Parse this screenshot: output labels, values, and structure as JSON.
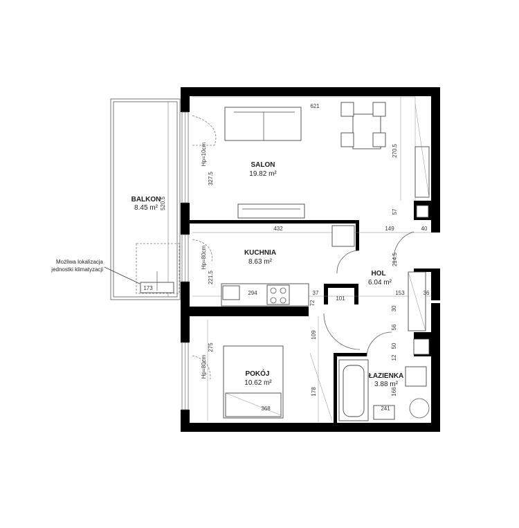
{
  "rooms": {
    "salon": {
      "name": "SALON",
      "area": "19.82 m²"
    },
    "balkon": {
      "name": "BALKON",
      "area": "8.45 m²"
    },
    "kuchnia": {
      "name": "KUCHNIA",
      "area": "8.63 m²"
    },
    "hol": {
      "name": "HOL",
      "area": "6.04 m²"
    },
    "pokoj": {
      "name": "POKÓJ",
      "area": "10.62 m²"
    },
    "lazienka": {
      "name": "ŁAZIENKA",
      "area": "3.88 m²"
    }
  },
  "note": {
    "line1": "Możliwa lokalizacja",
    "line2": "jednostki klimatyzacji"
  },
  "dims": {
    "salon_width": "621",
    "salon_height": "327.5",
    "salon_right_height": "270.5",
    "balkon_length": "520.5",
    "balkon_unit": "173",
    "kitchen_width": "432",
    "kitchen_height": "221.5",
    "kitchen_counter": "294",
    "d149": "149",
    "d40": "40",
    "d57": "57",
    "d214": "214.5",
    "d153": "153",
    "d37": "37",
    "d72": "72",
    "d101": "101",
    "d36": "36",
    "d30": "30",
    "d109": "109",
    "d56": "56",
    "d50": "50",
    "d12": "12",
    "d166": "166",
    "bedroom_height": "275",
    "bedroom_width": "368",
    "d178": "178",
    "d241": "241",
    "window_sill1": "Hp=10cm",
    "window_sill2": "Hp=80cm",
    "window_sill3": "Hp=80cm"
  }
}
